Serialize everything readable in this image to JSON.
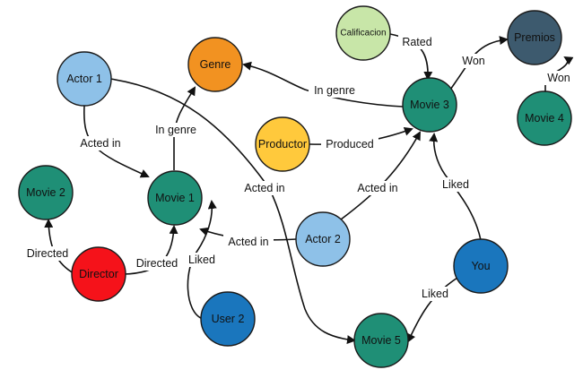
{
  "nodes": {
    "actor1": {
      "label": "Actor 1",
      "color": "#8ec1e8"
    },
    "genre": {
      "label": "Genre",
      "color": "#f29221"
    },
    "calificacion": {
      "label": "Calificacion",
      "color": "#c8e6a8"
    },
    "premios": {
      "label": "Premios",
      "color": "#3d5a6e"
    },
    "movie3": {
      "label": "Movie 3",
      "color": "#1f8f76"
    },
    "movie4": {
      "label": "Movie 4",
      "color": "#1f8f76"
    },
    "productor": {
      "label": "Productor",
      "color": "#ffc93c"
    },
    "movie2": {
      "label": "Movie 2",
      "color": "#1f8f76"
    },
    "movie1": {
      "label": "Movie 1",
      "color": "#1f8f76"
    },
    "actor2": {
      "label": "Actor 2",
      "color": "#8ec1e8"
    },
    "you": {
      "label": "You",
      "color": "#1a76bd"
    },
    "director": {
      "label": "Director",
      "color": "#f5121a"
    },
    "user2": {
      "label": "User 2",
      "color": "#1a76bd"
    },
    "movie5": {
      "label": "Movie 5",
      "color": "#1f8f76"
    }
  },
  "edges": {
    "actor1_movie1": "Acted in",
    "actor1_movie5": "Acted in",
    "movie1_genre": "In genre",
    "movie3_genre": "In genre",
    "calificacion_movie3": "Rated",
    "movie3_premios": "Won",
    "movie4_premios": "Won",
    "productor_movie3": "Produced",
    "actor2_movie3": "Acted in",
    "actor2_movie1": "Acted in",
    "you_movie3": "Liked",
    "you_movie5": "Liked",
    "director_movie2": "Directed",
    "director_movie1": "Directed",
    "user2_movie1": "Liked"
  }
}
